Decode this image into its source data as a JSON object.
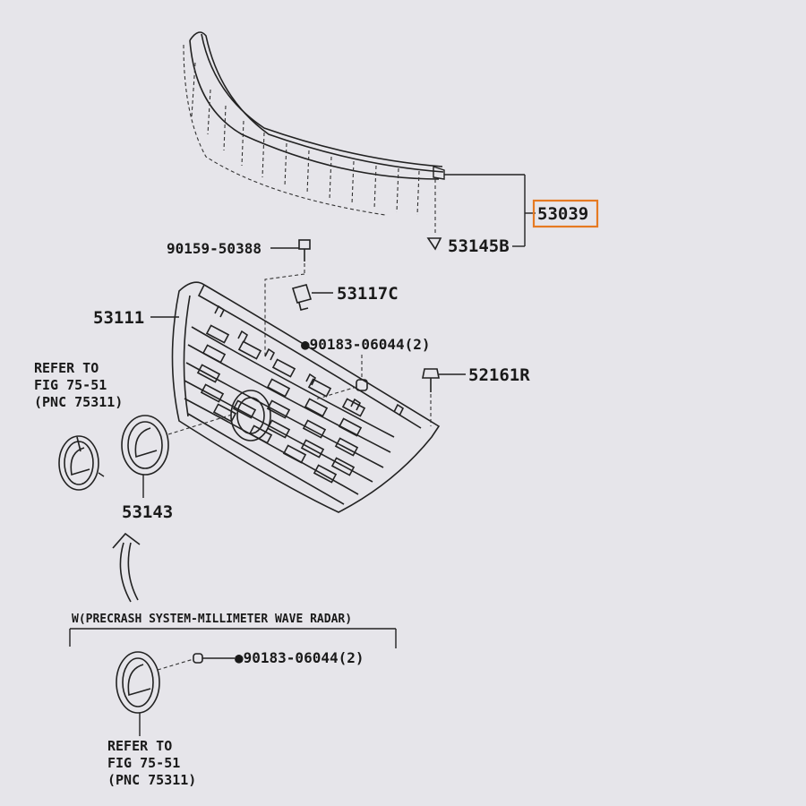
{
  "callouts": {
    "assembly": "53039",
    "clip_upper": "53145B",
    "screw": "90159-50388",
    "retainer": "53117C",
    "grille": "53111",
    "nut_1": "●90183-06044(2)",
    "bolt": "52161R",
    "emblem": "53143",
    "nut_2": "●90183-06044(2)"
  },
  "refer_notes": {
    "left": [
      "REFER TO",
      "FIG 75-51",
      "(PNC 75311)"
    ],
    "bottom": [
      "REFER TO",
      "FIG 75-51",
      "(PNC 75311)"
    ]
  },
  "variant_note": "W(PRECRASH SYSTEM-MILLIMETER WAVE RADAR)",
  "colors": {
    "background": "#e6e5ea",
    "highlight": "#e67a22",
    "ink": "#222222"
  }
}
